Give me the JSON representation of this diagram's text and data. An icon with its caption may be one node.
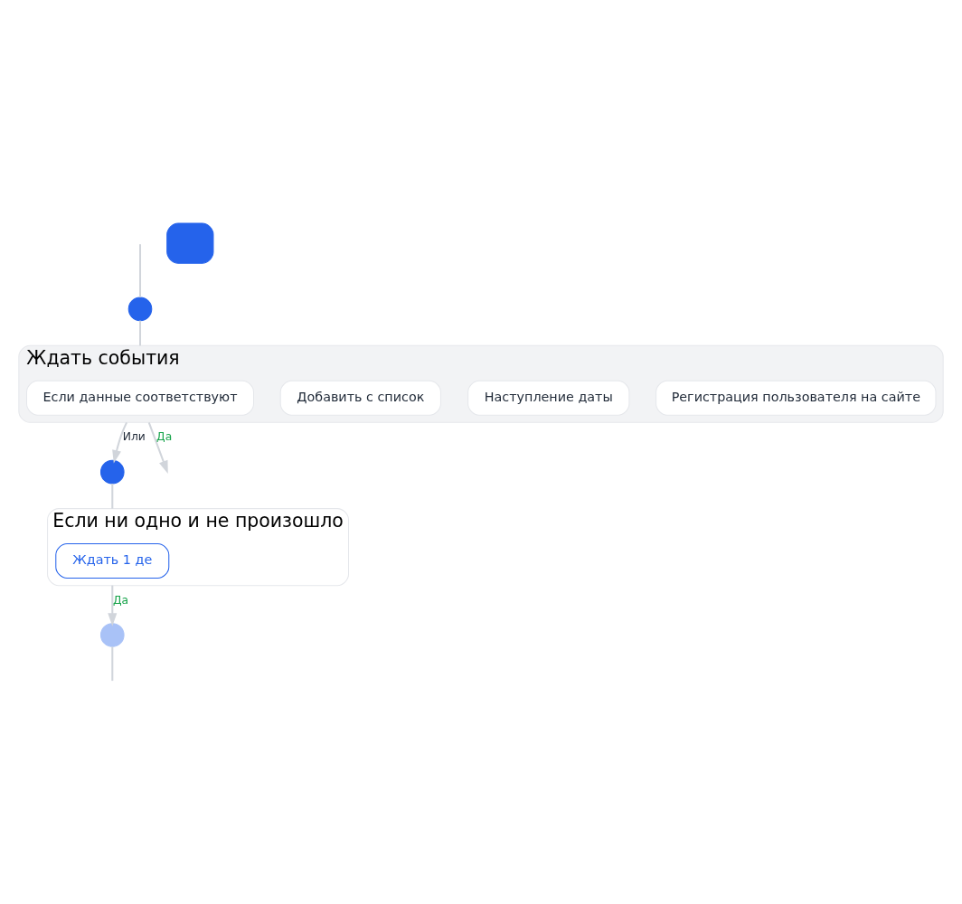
{
  "diagram": {
    "nodes": [
      {
        "text": [],
        "shape": "circle"
      },
      {
        "text": [
          "Ждать события"
        ]
      },
      {
        "text": [
          "Регистрация пользователя на сайте"
        ],
        "in": 1
      },
      {
        "text": [
          "Наступление даты"
        ],
        "in": 1
      },
      {
        "text": [
          "Добавить с список"
        ],
        "in": 1
      },
      {
        "text": [
          "Если данные соответствуют"
        ],
        "in": 1
      },
      {
        "text": [],
        "shape": "box"
      },
      {
        "text": [],
        "shape": "circle"
      },
      {
        "text": [
          "Если ни одно и не произошло"
        ]
      },
      {
        "text": [
          "Ждать 1 де"
        ],
        "in": 8
      },
      {
        "text": [],
        "shape": "circle"
      }
    ],
    "edges": [
      {
        "from": null,
        "to": 0,
        "arrow": "none"
      },
      {
        "from": 0,
        "to": 1,
        "arrow": "none"
      },
      {
        "from": 1,
        "to": 7,
        "label": "Или",
        "arrow": "to"
      },
      {
        "from": 7,
        "to": 8,
        "arrow": "none"
      },
      {
        "from": 1,
        "to": null,
        "label": "Да",
        "arrow": "to"
      },
      {
        "from": 8,
        "to": 10,
        "label": "Да",
        "arrow": "to"
      },
      {
        "from": 10,
        "to": null,
        "arrow": "none"
      }
    ]
  }
}
